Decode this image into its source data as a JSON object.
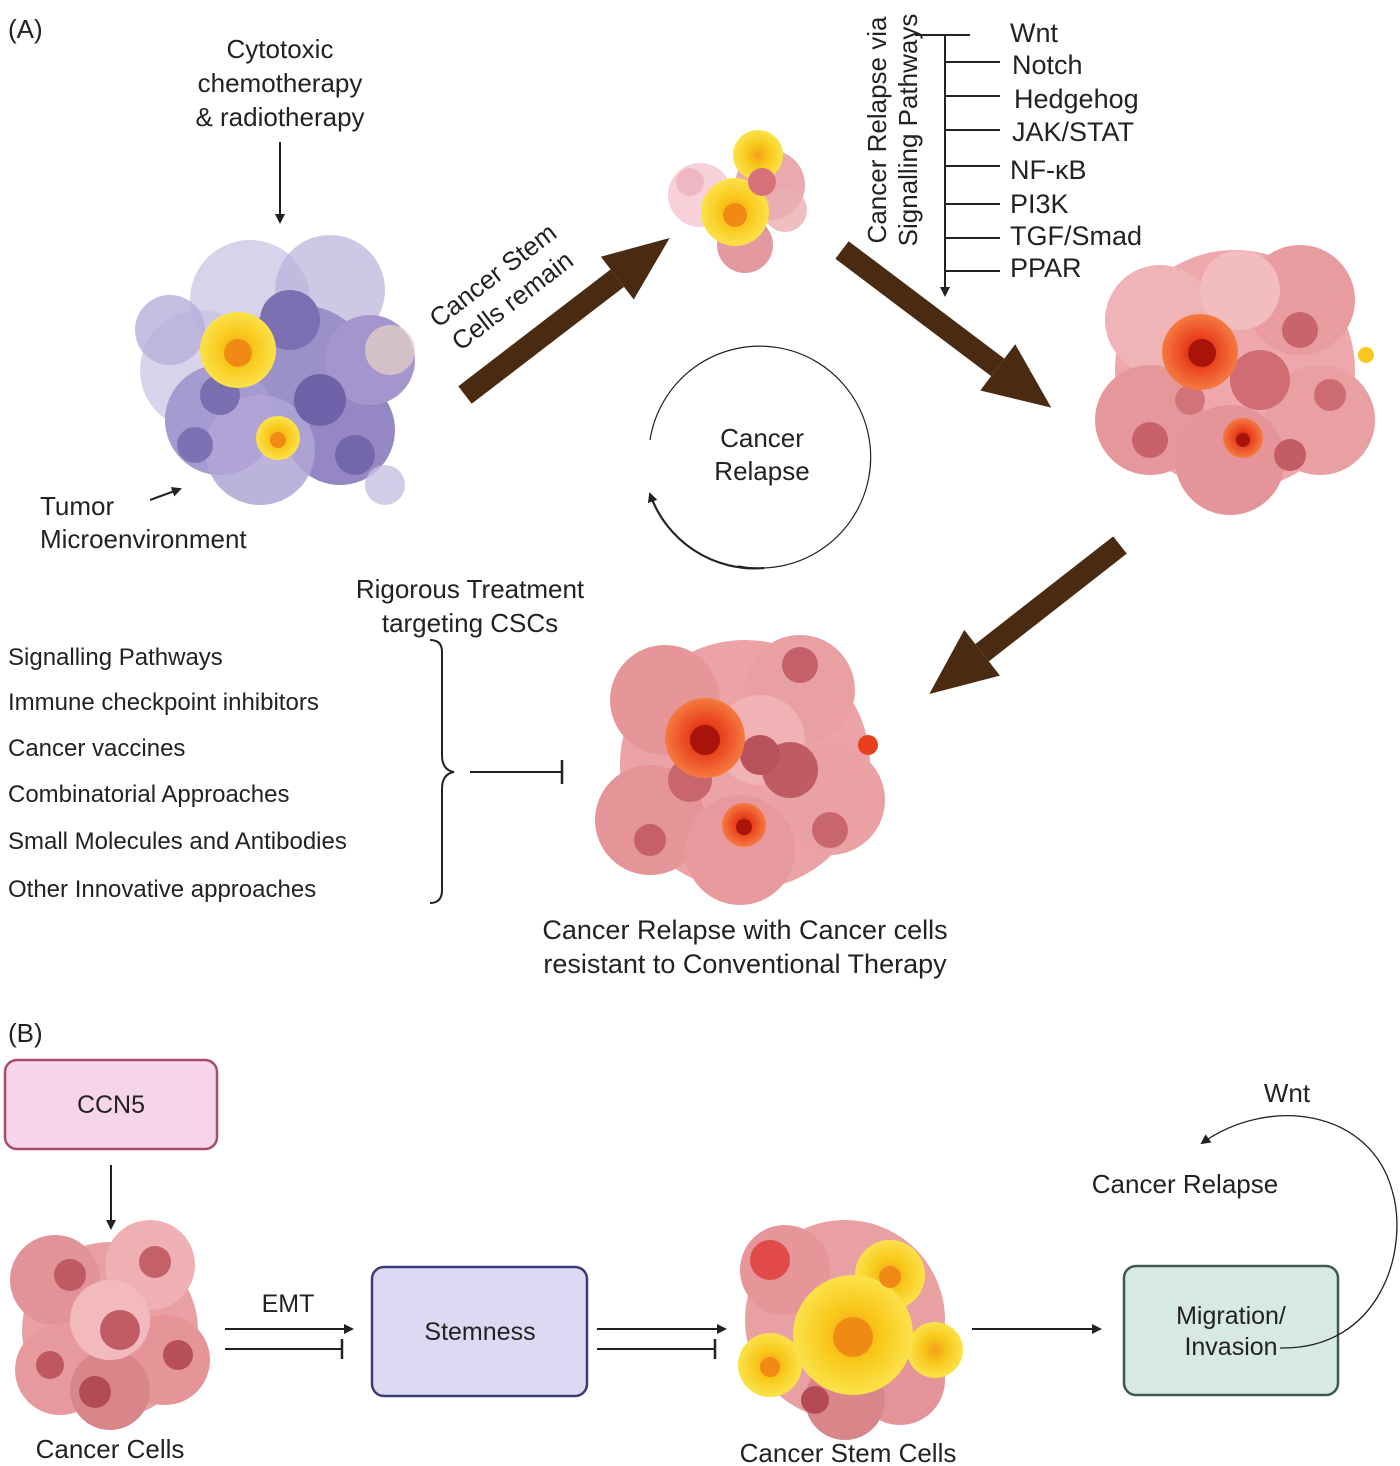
{
  "panel_a": {
    "label": "(A)",
    "treatment_label": [
      "Cytotoxic",
      "chemotherapy",
      "& radiotherapy"
    ],
    "tme_label": [
      "Tumor",
      "Microenvironment"
    ],
    "csc_remain_label": [
      "Cancer Stem",
      "Cells remain"
    ],
    "pathway_title": [
      "Cancer Relapse via",
      "Signalling Pathways"
    ],
    "pathways": [
      "Wnt",
      "Notch",
      "Hedgehog",
      "JAK/STAT",
      "NF-κB",
      "PI3K",
      "TGF/Smad",
      "PPAR"
    ],
    "cycle_label": [
      "Cancer",
      "Relapse"
    ],
    "rigorous_label": [
      "Rigorous Treatment",
      "targeting CSCs"
    ],
    "approaches": [
      "Signalling Pathways",
      "Immune checkpoint inhibitors",
      "Cancer vaccines",
      "Combinatorial Approaches",
      "Small Molecules and Antibodies",
      "Other Innovative approaches"
    ],
    "resistant_label": [
      "Cancer Relapse with Cancer cells",
      "resistant to Conventional Therapy"
    ]
  },
  "panel_b": {
    "label": "(B)",
    "ccn5_label": "CCN5",
    "cancer_cells_label": "Cancer Cells",
    "emt_label": "EMT",
    "stemness_label": "Stemness",
    "csc_label": "Cancer Stem Cells",
    "migration_label": [
      "Migration/",
      "Invasion"
    ],
    "relapse_label": "Cancer Relapse",
    "wnt_label": "Wnt"
  },
  "colors": {
    "arrow_brown": "#4a2a10",
    "tumor_purple": "#8f83c0",
    "tumor_pink": "#e79a9c",
    "stem_yellow": "#f8c81a",
    "stem_red": "#e8401c",
    "ccn5_fill": "#f6d4ea",
    "stemness_fill": "#dcdaf3",
    "migration_fill": "#d8e9e4"
  }
}
